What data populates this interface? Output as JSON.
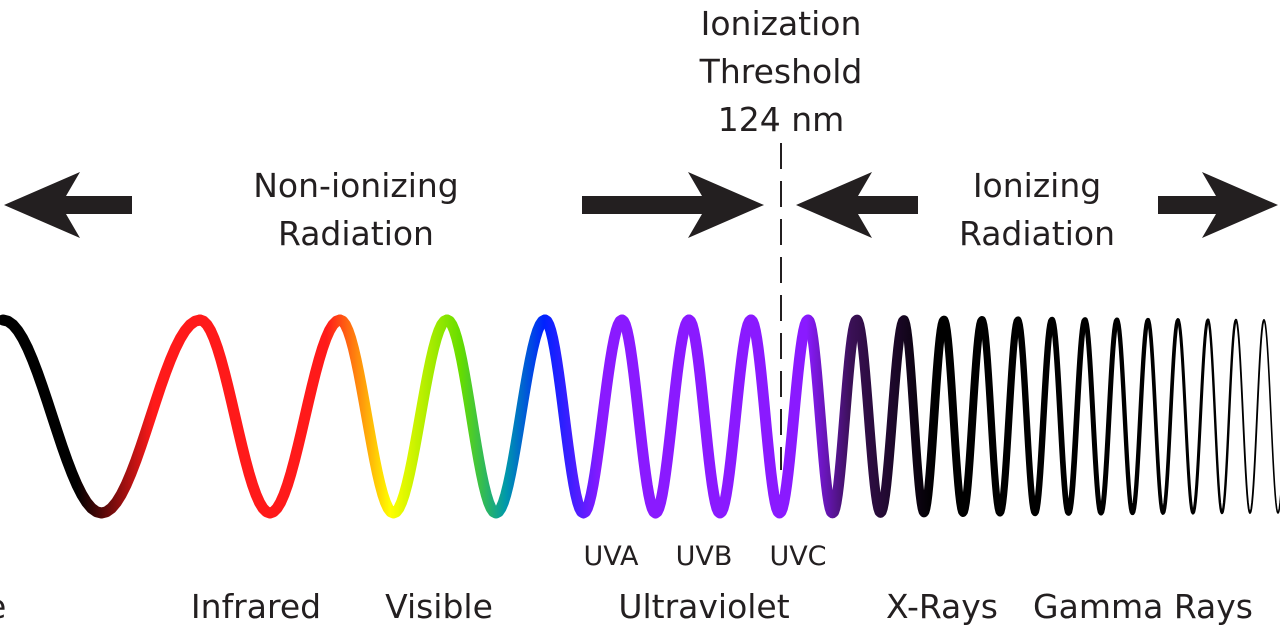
{
  "threshold": {
    "line1": "Ionization",
    "line2": "Threshold",
    "line3": "124 nm"
  },
  "non_ionizing": {
    "line1": "Non-ionizing",
    "line2": "Radiation"
  },
  "ionizing": {
    "line1": "Ionizing",
    "line2": "Radiation"
  },
  "bands": [
    {
      "label": "e"
    },
    {
      "label": "Infrared"
    },
    {
      "label": "Visible"
    },
    {
      "label": "Ultraviolet"
    },
    {
      "label": "X-Rays"
    },
    {
      "label": "Gamma Rays"
    }
  ],
  "uv_subbands": [
    {
      "label": "UVA"
    },
    {
      "label": "UVB"
    },
    {
      "label": "UVC"
    }
  ],
  "colors": {
    "text": "#231f20",
    "arrow": "#231f20",
    "wave_stops": [
      "#000000",
      "#ff1a1a",
      "#ff1a1a",
      "#ffff00",
      "#33cc00",
      "#0033ff",
      "#8a1aff",
      "#8a1aff",
      "#2a0f3a",
      "#000000"
    ]
  },
  "icons": [
    "arrow-left-icon",
    "arrow-right-icon",
    "threshold-dashed-line",
    "sine-wave"
  ]
}
